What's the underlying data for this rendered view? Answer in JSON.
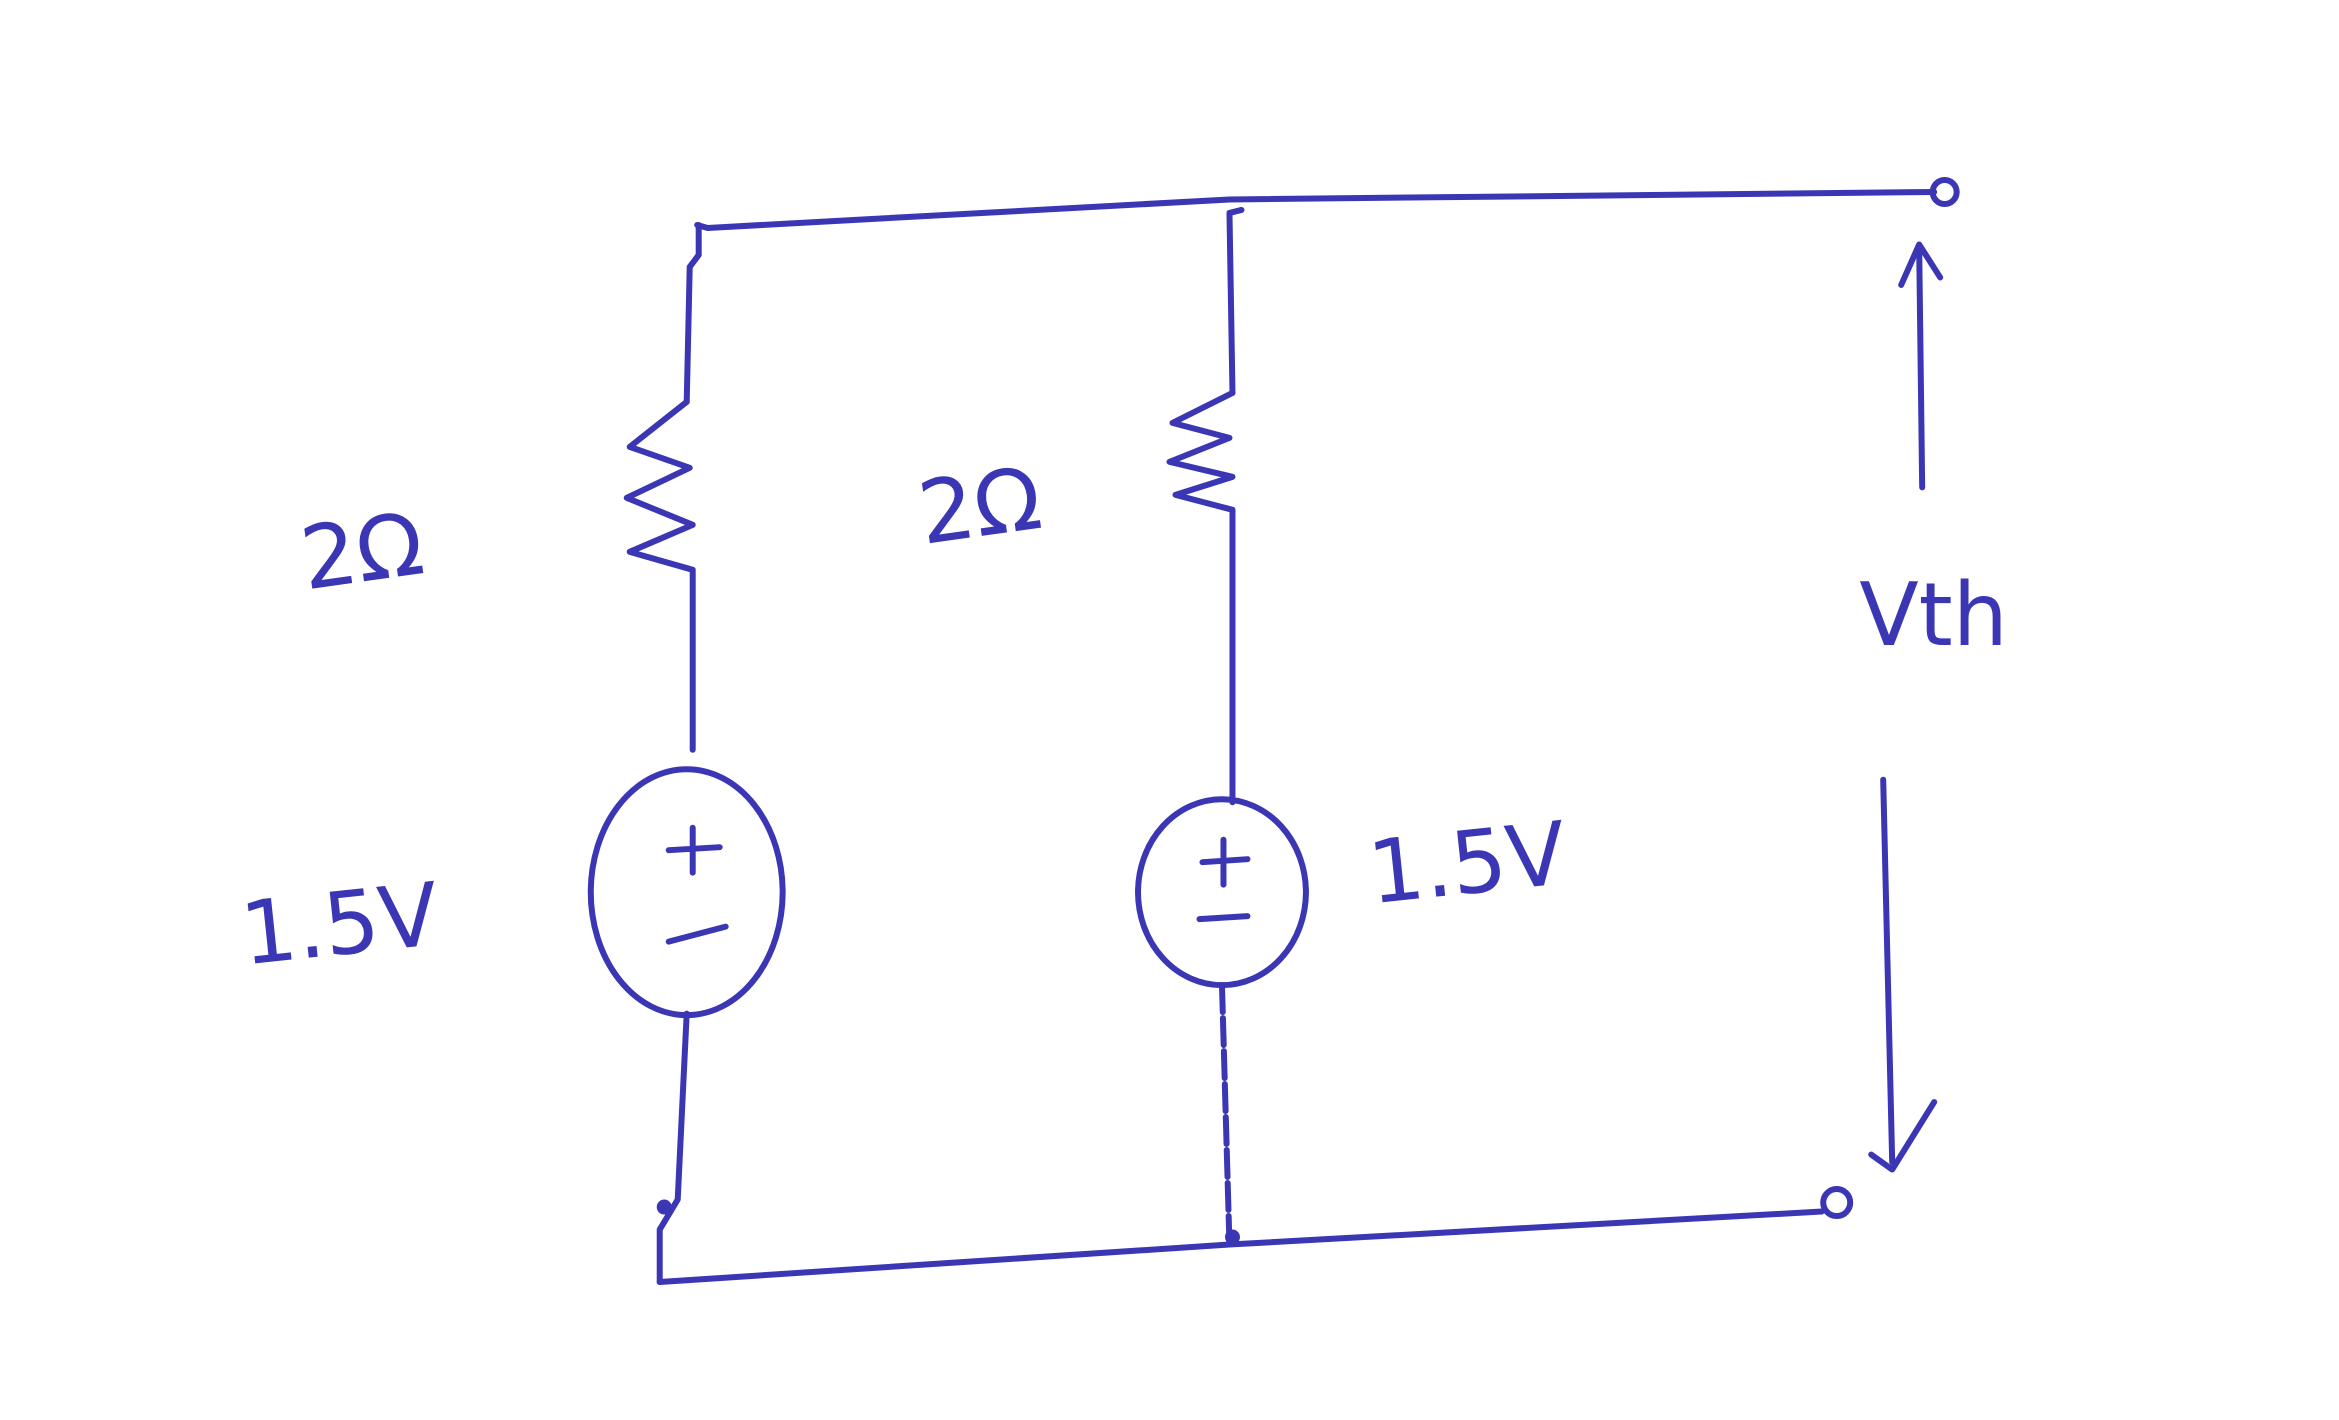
{
  "diagram": {
    "type": "circuit",
    "color": "#3b36b4",
    "left_branch": {
      "resistor_label": "2Ω",
      "source_label": "1.5V",
      "source_plus": "+",
      "source_minus": "−"
    },
    "middle_branch": {
      "resistor_label": "2Ω",
      "source_label": "1.5V",
      "source_symbol": "±"
    },
    "output": {
      "voltage_label": "Vth"
    }
  }
}
